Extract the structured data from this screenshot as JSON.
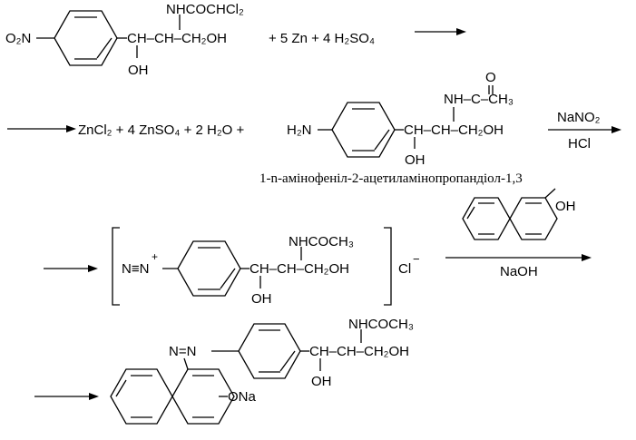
{
  "scheme": {
    "step1": {
      "nitro_group": "O₂N",
      "side_chain": "CH–CH–CH₂OH",
      "oh_label": "OH",
      "amide_label": "NHCOCHCl₂",
      "reagents": "+ 5 Zn + 4 H₂SO₄"
    },
    "step2": {
      "byproducts": "ZnCl₂ + 4 ZnSO₄ + 2 H₂O +",
      "amine_group": "H₂N",
      "side_chain": "CH–CH–CH₂OH",
      "oh_label": "OH",
      "nh_label": "NH–C–CH₃",
      "carbonyl_o": "O",
      "reagent_top": "NaNO₂",
      "reagent_bottom": "HCl",
      "compound_name": "1-n-амінофеніл-2-ацетиламінопропандіол-1,3"
    },
    "step3": {
      "diazo_group": "N≡N",
      "plus_sign": "+",
      "side_chain": "CH–CH–CH₂OH",
      "oh_label": "OH",
      "amide_label": "NHCOCH₃",
      "counter_ion": "Cl",
      "counter_charge": "−",
      "naphthol_oh": "OH",
      "reagent_bottom": "NaOH"
    },
    "step4": {
      "azo_group": "N=N",
      "naphtholate": "ONa",
      "side_chain": "CH–CH–CH₂OH",
      "oh_label": "OH",
      "amide_label": "NHCOCH₃"
    }
  }
}
